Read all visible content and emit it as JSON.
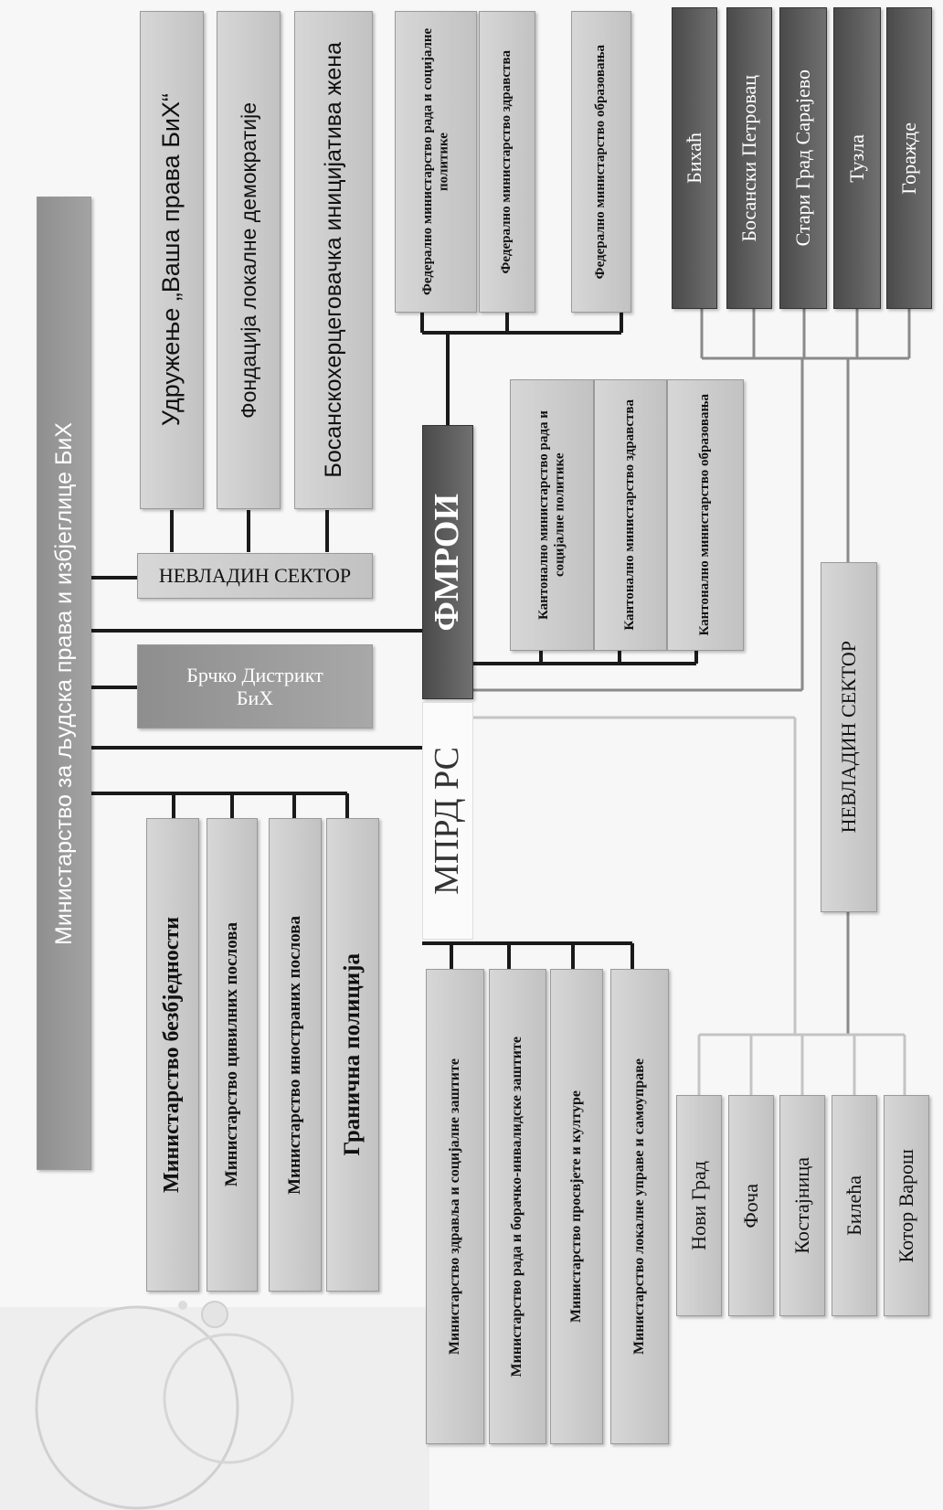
{
  "main_ministry": "Министарство за људска права и избјеглице БиХ",
  "ngo_top": [
    "Удружење „Ваша права БиХ“",
    "Фондација локалне демократије",
    "Босанскохерцеговачка иницијатива жена"
  ],
  "ngo_sector_left": "НЕВЛАДИН СЕКТОР",
  "brcko": "Брчко Дистрикт\nБиХ",
  "state_ministries": [
    "Министарство безбједности",
    "Министарство цивилних послова",
    "Министарство иностраних послова",
    "Гранична полиција"
  ],
  "federal_ministries": [
    "Федерално министарство рада и социјалне политике",
    "Федерално министарство здравства",
    "Федерално министарство образовања"
  ],
  "fmroi": "ФМРОИ",
  "mprd_rs": "МПРД РС",
  "cantonal_ministries": [
    "Кантонално министарство рада и социјалне политике",
    "Кантонално министарство здравства",
    "Кантонално министарство образовања"
  ],
  "rs_ministries": [
    "Министарство здравља и социјалне заштите",
    "Министарство рада и борачко-инвалидске заштите",
    "Министарство просвјете и културе",
    "Министарство локалне управе и самоуправе"
  ],
  "fed_municipalities": [
    "Бихаћ",
    "Босански Петровац",
    "Стари Град Сарајево",
    "Тузла",
    "Горажде"
  ],
  "ngo_sector_right": "НЕВЛАДИН СЕКТОР",
  "rs_municipalities": [
    "Нови Град",
    "Фоча",
    "Костајница",
    "Билећа",
    "Котор Варош"
  ]
}
